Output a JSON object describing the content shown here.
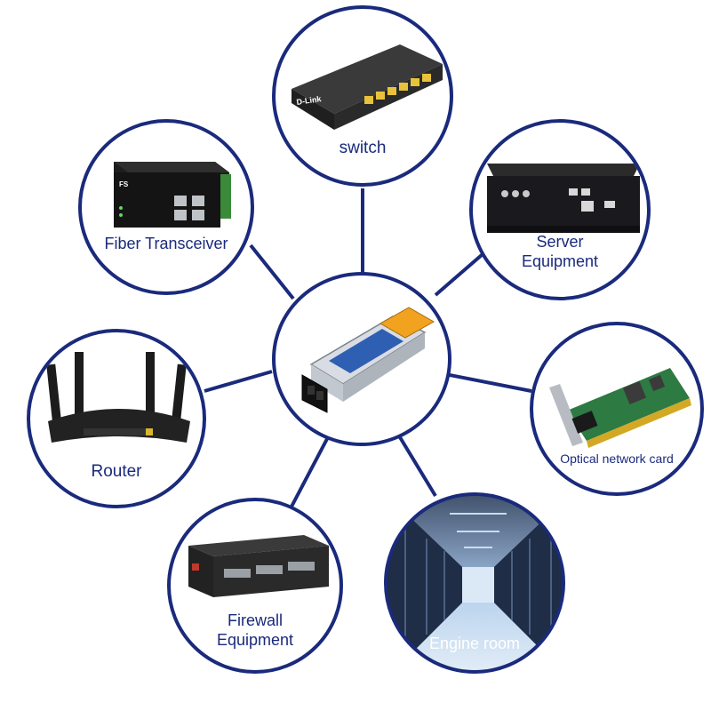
{
  "diagram": {
    "center": {
      "name": "sfp-module-hub"
    },
    "nodes": [
      {
        "id": "switch",
        "label": "switch",
        "icon": "network-switch-icon"
      },
      {
        "id": "fiber-transceiver",
        "label": "Fiber Transceiver",
        "icon": "fiber-transceiver-icon"
      },
      {
        "id": "server-equipment",
        "label_line1": "Server",
        "label_line2": "Equipment",
        "icon": "server-box-icon"
      },
      {
        "id": "router",
        "label": "Router",
        "icon": "wifi-router-icon"
      },
      {
        "id": "optical-network-card",
        "label": "Optical network card",
        "icon": "network-card-icon"
      },
      {
        "id": "firewall-equipment",
        "label_line1": "Firewall",
        "label_line2": "Equipment",
        "icon": "firewall-appliance-icon"
      },
      {
        "id": "engine-room",
        "label": "Engine room",
        "icon": "data-center-photo"
      }
    ],
    "device_text": {
      "switch_brand": "D-Link",
      "transceiver_brand": "FS"
    },
    "colors": {
      "ring": "#1a2a7c",
      "connector": "#1a2a7c",
      "label": "#1a2a7c",
      "engine_label": "#ffffff"
    }
  }
}
